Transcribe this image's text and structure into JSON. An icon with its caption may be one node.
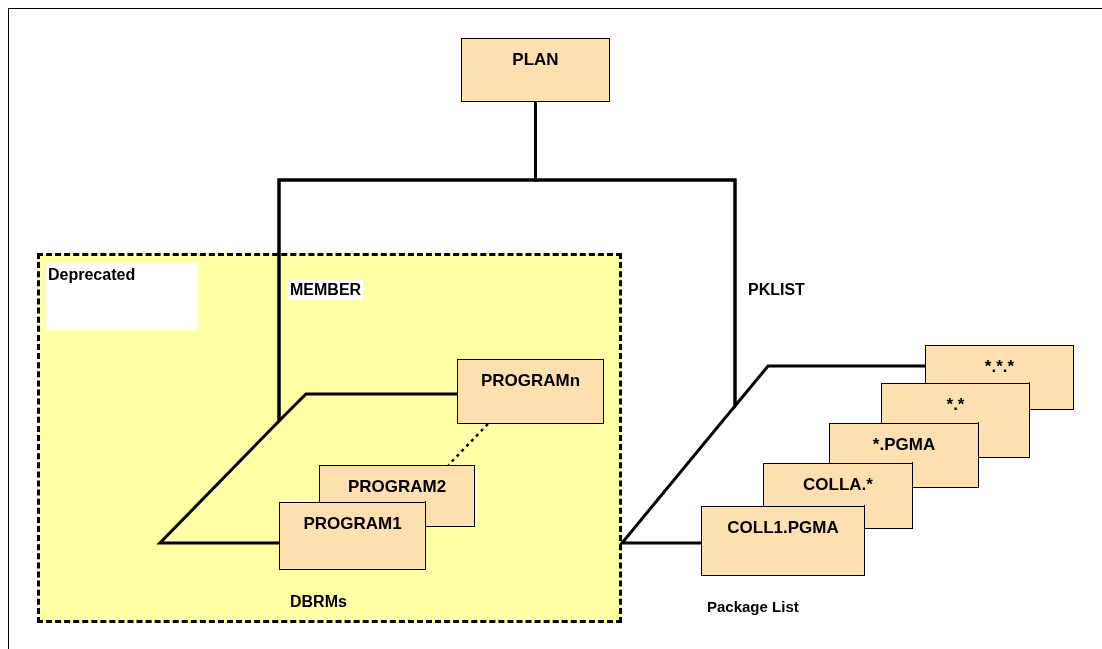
{
  "diagram": {
    "nodes": [
      {
        "text": [
          "PLAN"
        ]
      },
      {
        "text": [
          "Deprecated",
          "DBRMs"
        ]
      },
      {
        "text": [
          "PROGRAMn"
        ],
        "in": 1
      },
      {
        "text": [
          "PROGRAM2"
        ],
        "in": 1
      },
      {
        "text": [
          "PROGRAM1"
        ],
        "in": 1
      },
      {
        "text": [
          "*.*.*"
        ]
      },
      {
        "text": [
          "*.*"
        ]
      },
      {
        "text": [
          "*.PGMA"
        ]
      },
      {
        "text": [
          "COLLA.*"
        ]
      },
      {
        "text": [
          "COLL1.PGMA"
        ]
      }
    ],
    "edges": [
      {
        "from": 0,
        "to": 2,
        "arrow": "none",
        "label": "MEMBER"
      },
      {
        "from": 0,
        "to": 4,
        "arrow": "none"
      },
      {
        "from": 0,
        "to": 5,
        "arrow": "none",
        "label": "PKLIST"
      },
      {
        "from": 0,
        "to": 9,
        "arrow": "none"
      },
      {
        "from": 2,
        "to": 3,
        "arrow": "none",
        "style": "dashed"
      }
    ],
    "labels": [
      "Package List"
    ]
  }
}
